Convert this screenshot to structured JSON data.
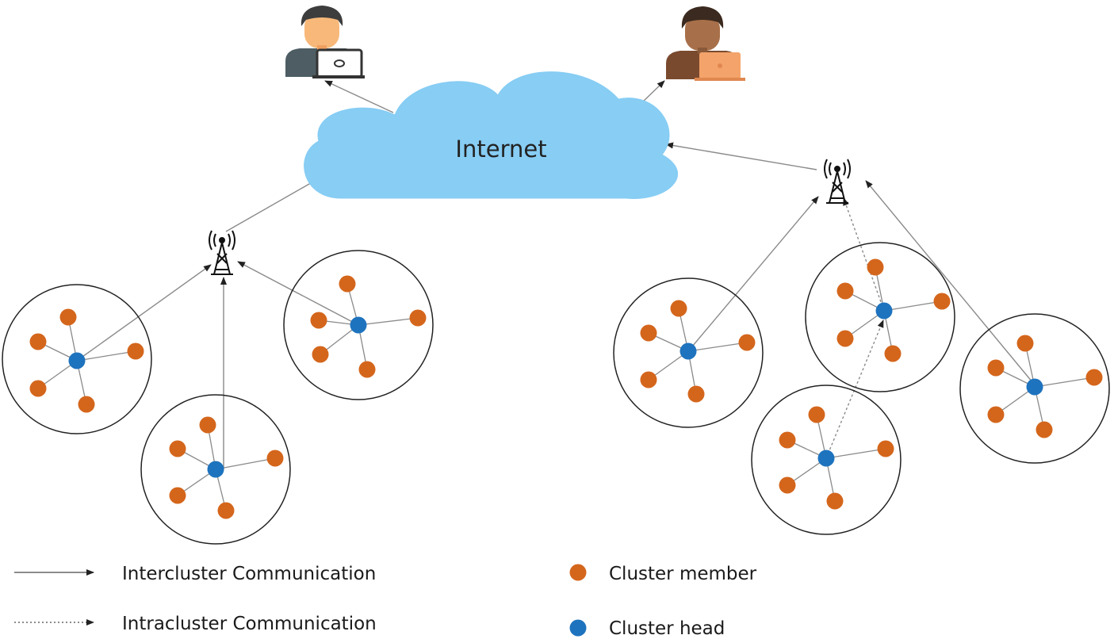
{
  "cloud": {
    "label": "Internet",
    "color": "#87cdf4"
  },
  "legend": {
    "intercluster": "Intercluster Communication",
    "intracluster": "Intracluster Communication",
    "member": "Cluster member",
    "head": "Cluster head"
  },
  "colors": {
    "member": "#d4661c",
    "head": "#1e73be",
    "line": "#8a8a8a",
    "arrow": "#555555",
    "circle": "#222222"
  },
  "icons": {
    "user_left": "user-laptop-icon",
    "user_right": "user-laptop-icon",
    "tower": "cell-tower-icon"
  }
}
